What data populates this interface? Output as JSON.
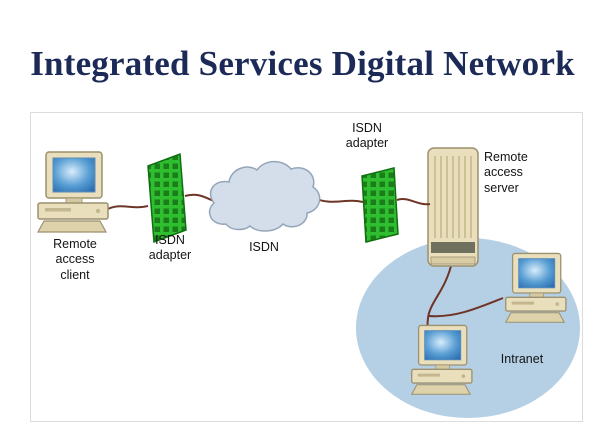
{
  "title": "Integrated Services Digital Network",
  "diagram": {
    "client_label": "Remote\naccess\nclient",
    "adapter1_label": "ISDN\nadapter",
    "cloud_label": "ISDN",
    "adapter2_label": "ISDN\nadapter",
    "server_label": "Remote\naccess\nserver",
    "intranet_label": "Intranet"
  },
  "colors": {
    "title": "#1c2a57",
    "card_green": "#2fbe2f",
    "card_green_dark": "#1a7d1a",
    "card_stroke": "#116e11",
    "cloud_fill": "#d3deea",
    "cloud_stroke": "#93a5b9",
    "ellipse_fill": "#b5cfe4",
    "line": "#6e3526",
    "computer_body": "#e9dfbd",
    "computer_stroke": "#9c916f"
  }
}
